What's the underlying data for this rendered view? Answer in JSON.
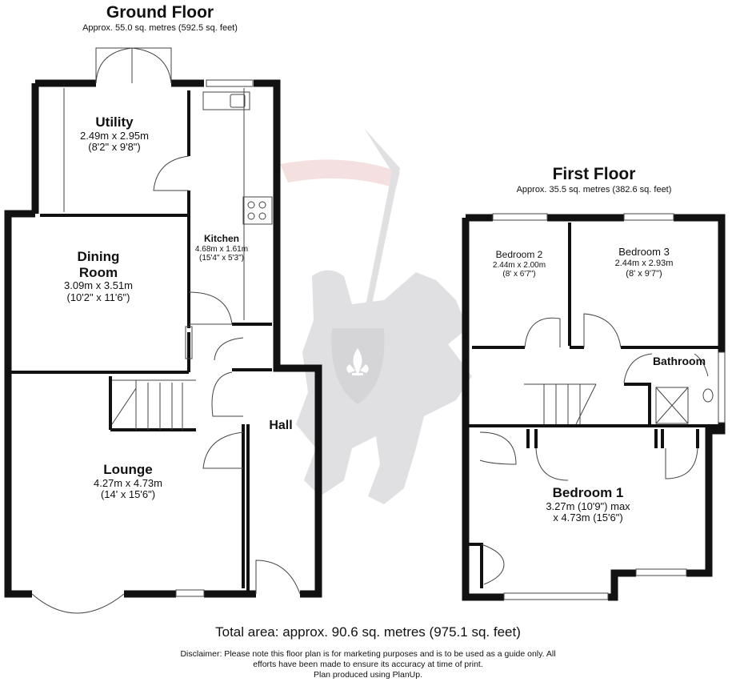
{
  "ground_floor": {
    "title": "Ground Floor",
    "area": "Approx. 55.0 sq. metres (592.5 sq. feet)",
    "rooms": {
      "utility": {
        "name": "Utility",
        "metric": "2.49m x 2.95m",
        "imperial": "(8'2\" x 9'8\")"
      },
      "dining": {
        "name": "Dining",
        "name2": "Room",
        "metric": "3.09m x 3.51m",
        "imperial": "(10'2\" x 11'6\")"
      },
      "kitchen": {
        "name": "Kitchen",
        "metric": "4.68m x 1.61m",
        "imperial": "(15'4\" x 5'3\")"
      },
      "hall": {
        "name": "Hall"
      },
      "lounge": {
        "name": "Lounge",
        "metric": "4.27m x 4.73m",
        "imperial": "(14' x 15'6\")"
      }
    }
  },
  "first_floor": {
    "title": "First Floor",
    "area": "Approx. 35.5 sq. metres (382.6 sq. feet)",
    "rooms": {
      "bedroom2": {
        "name": "Bedroom 2",
        "metric": "2.44m x 2.00m",
        "imperial": "(8' x 6'7\")"
      },
      "bedroom3": {
        "name": "Bedroom 3",
        "metric": "2.44m x 2.93m",
        "imperial": "(8' x 9'7\")"
      },
      "bathroom": {
        "name": "Bathroom"
      },
      "bedroom1": {
        "name": "Bedroom 1",
        "metric": "3.27m (10'9\") max",
        "imperial": "x 4.73m (15'6\")"
      }
    }
  },
  "total_area": "Total area: approx. 90.6 sq. metres (975.1 sq. feet)",
  "disclaimer": {
    "line1": "Disclaimer: Please note this floor plan is for marketing purposes and is to be used as a guide only. All",
    "line2": "efforts have been made to ensure its accuracy at time of print.",
    "line3": "Plan produced using PlanUp."
  },
  "colors": {
    "wall": "#111111",
    "watermark": "#d6d6d9",
    "line": "#666666"
  }
}
